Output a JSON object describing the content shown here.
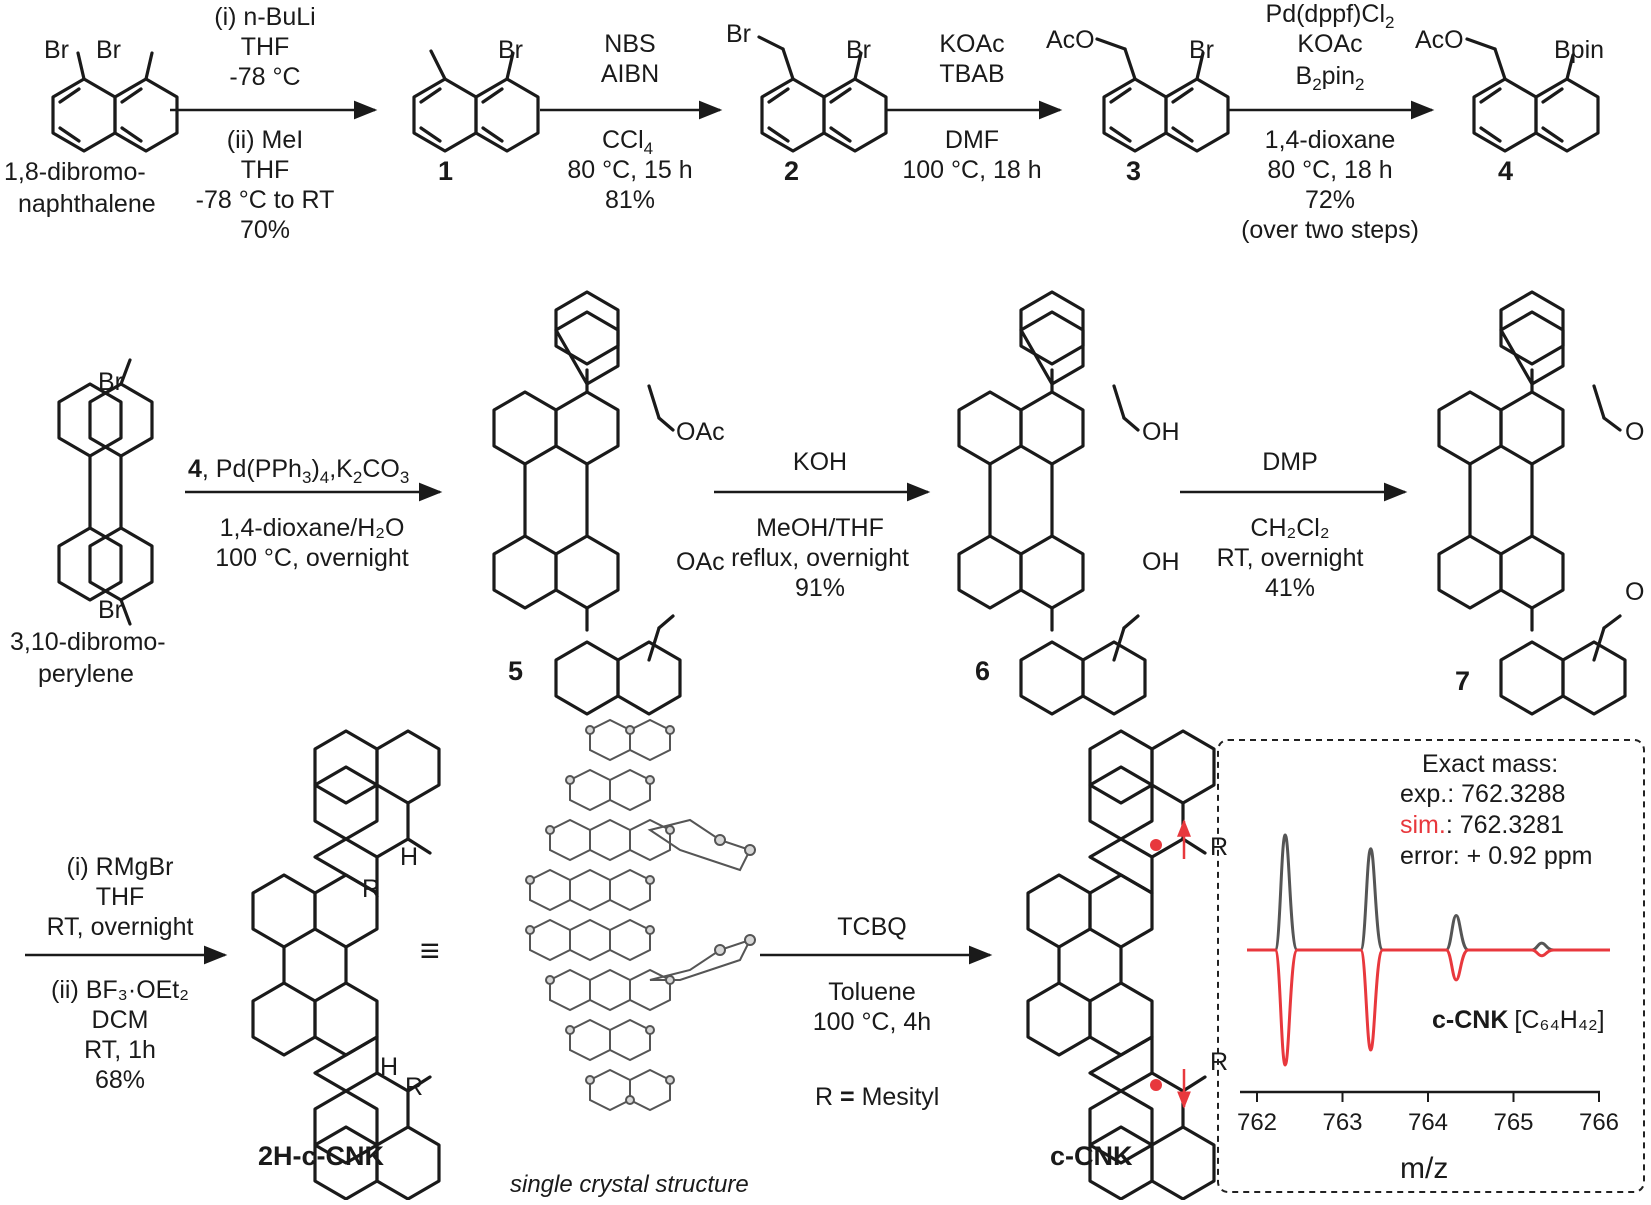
{
  "row1": {
    "start_labels": [
      "1,8-dibromo-",
      "naphthalene"
    ],
    "sub_br": "Br",
    "sub_acoch": "AcO",
    "sub_bpin": "Bpin",
    "step1": {
      "above": [
        "(i) n-BuLi",
        "THF",
        "-78 °C"
      ],
      "below": [
        "(ii) MeI",
        "THF",
        "-78 °C to RT",
        "70%"
      ]
    },
    "step2": {
      "above": [
        "NBS",
        "AIBN"
      ],
      "below_ccl4": "CCl",
      "ccl4_sub": "4",
      "below": [
        "80 °C, 15 h",
        "81%"
      ]
    },
    "step3": {
      "above": [
        "KOAc",
        "TBAB"
      ],
      "below": [
        "DMF",
        "100 °C, 18 h"
      ]
    },
    "step4": {
      "above_1": "Pd(dppf)Cl",
      "above_1_sub": "2",
      "above_2": "KOAc",
      "above_3": "B",
      "above_3_sub1": "2",
      "above_3_mid": "pin",
      "above_3_sub2": "2",
      "below": [
        "1,4-dioxane",
        "80 °C, 18 h",
        "72%",
        "(over two steps)"
      ]
    },
    "compounds": [
      "1",
      "2",
      "3",
      "4"
    ]
  },
  "row2": {
    "start_labels": [
      "3,10-dibromo-",
      "perylene"
    ],
    "oac": "OAc",
    "oh": "OH",
    "ald": "O",
    "step5": {
      "above_bold": "4",
      "above_rest": ", Pd(PPh",
      "above_sub": "3",
      "above_rest2": ")",
      "above_sub2": "4",
      "above_rest3": ",K",
      "above_sub3": "2",
      "above_rest4": "CO",
      "above_sub4": "3",
      "below": [
        "1,4-dioxane/H₂O",
        "100 °C, overnight"
      ]
    },
    "step6": {
      "above": [
        "KOH"
      ],
      "below": [
        "MeOH/THF",
        "reflux, overnight",
        "91%"
      ]
    },
    "step7": {
      "above": [
        "DMP"
      ],
      "below_ch2cl2": "CH₂Cl₂",
      "below": [
        "RT, overnight",
        "41%"
      ]
    },
    "compounds": [
      "5",
      "6",
      "7"
    ]
  },
  "row3": {
    "step8": {
      "above": [
        "(i) RMgBr",
        "THF",
        "RT, overnight"
      ],
      "below": [
        "(ii) BF₃·OEt₂",
        "DCM",
        "RT, 1h",
        "68%"
      ]
    },
    "compound_2h": "2H-c-CNK",
    "equiv": "≡",
    "crystal_caption": "single crystal structure",
    "step9": {
      "above": [
        "TCBQ"
      ],
      "below": [
        "Toluene",
        "100 °C, 4h"
      ]
    },
    "r_def_r": "R",
    "r_def_eq": " = ",
    "r_def_name": "Mesityl",
    "compound_cnk": "c-CNK",
    "h_label": "H",
    "r_label": "R"
  },
  "ms_box": {
    "title": "Exact mass:",
    "exp": "exp.: 762.3288",
    "sim_label": "sim.",
    "sim_value": ": 762.3281",
    "error": "error: + 0.92 ppm",
    "formula_name": "c-CNK",
    "formula": "[C₆₄H₄₂]",
    "xlabel": "m/z",
    "ticks": [
      "762",
      "763",
      "764",
      "765",
      "766"
    ],
    "colors": {
      "exp": "#555555",
      "sim": "#e8383d"
    }
  },
  "chart_data": {
    "type": "line",
    "xlabel": "m/z",
    "xlim": [
      762,
      766
    ],
    "series": [
      {
        "name": "exp.",
        "peaks": [
          [
            762.33,
            1.0
          ],
          [
            763.33,
            0.88
          ],
          [
            764.33,
            0.3
          ],
          [
            765.33,
            0.06
          ]
        ]
      },
      {
        "name": "sim.",
        "peaks": [
          [
            762.33,
            -1.0
          ],
          [
            763.33,
            -0.87
          ],
          [
            764.33,
            -0.26
          ],
          [
            765.33,
            -0.05
          ]
        ]
      }
    ]
  }
}
